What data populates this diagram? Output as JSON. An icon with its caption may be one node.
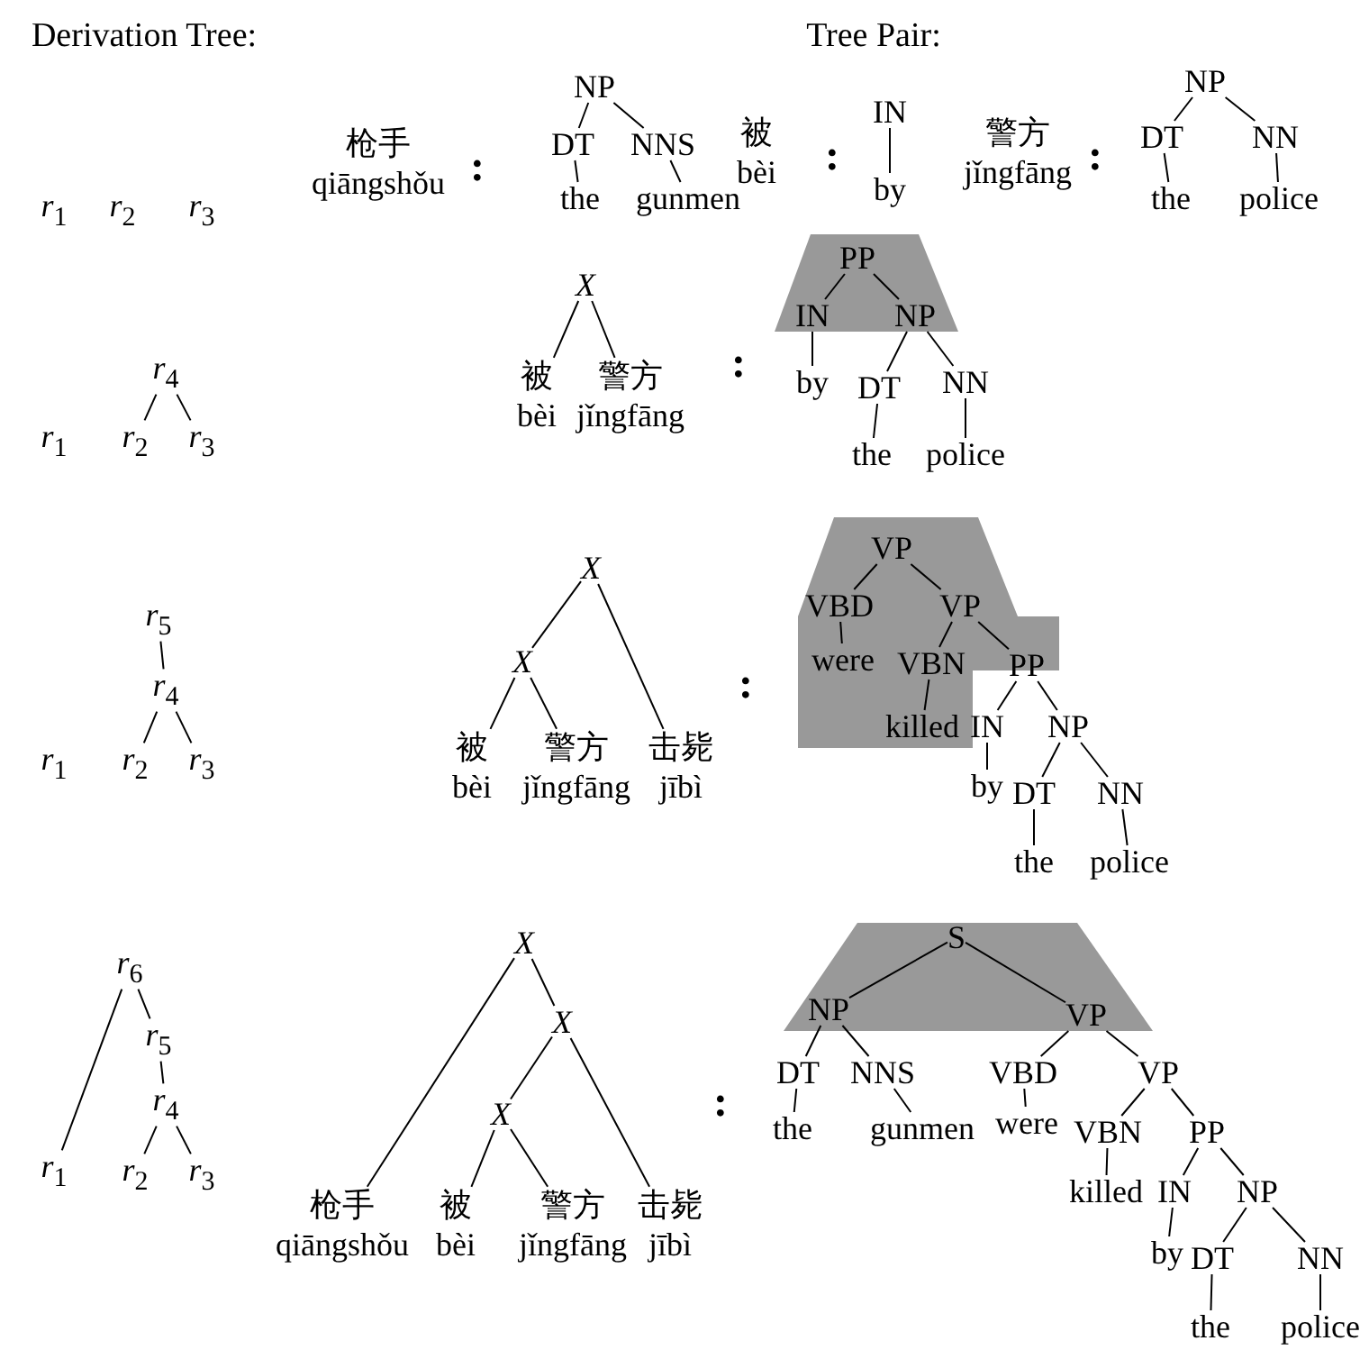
{
  "diagram": {
    "nodes": [
      {
        "text": [
          "*r*$_{1}$"
        ]
      },
      {
        "text": [
          "*r*$_{2}$"
        ]
      },
      {
        "text": [
          "*r*$_{3}$"
        ]
      },
      {
        "text": [
          "枪手",
          "qiāngshǒu"
        ]
      },
      {
        "text": [
          "NP"
        ]
      },
      {
        "text": [
          "DT"
        ]
      },
      {
        "text": [
          "NNS"
        ]
      },
      {
        "text": [
          "the"
        ]
      },
      {
        "text": [
          "gunmen"
        ]
      },
      {
        "text": [
          "被",
          "bèi"
        ]
      },
      {
        "text": [
          "IN"
        ]
      },
      {
        "text": [
          "by"
        ]
      },
      {
        "text": [
          "警方",
          "jǐngfāng"
        ]
      },
      {
        "text": [
          "NP"
        ]
      },
      {
        "text": [
          "DT"
        ]
      },
      {
        "text": [
          "NN"
        ]
      },
      {
        "text": [
          "the"
        ]
      },
      {
        "text": [
          "police"
        ]
      },
      {
        "text": [
          "*r*$_{4}$"
        ]
      },
      {
        "text": [
          "*r*$_{1}$"
        ]
      },
      {
        "text": [
          "*r*$_{2}$"
        ]
      },
      {
        "text": [
          "*r*$_{3}$"
        ]
      },
      {
        "text": [
          "X"
        ]
      },
      {
        "text": [
          "被",
          "bèi"
        ]
      },
      {
        "text": [
          "警方",
          "jǐngfāng"
        ]
      },
      {
        "text": [
          "PP"
        ]
      },
      {
        "text": [
          "IN"
        ]
      },
      {
        "text": [
          "NP"
        ]
      },
      {
        "text": [
          "by"
        ]
      },
      {
        "text": [
          "DT"
        ]
      },
      {
        "text": [
          "NN"
        ]
      },
      {
        "text": [
          "the"
        ]
      },
      {
        "text": [
          "police"
        ]
      },
      {
        "text": [
          "*r*$_{5}$"
        ]
      },
      {
        "text": [
          "*r*$_{4}$"
        ]
      },
      {
        "text": [
          "*r*$_{1}$"
        ]
      },
      {
        "text": [
          "*r*$_{2}$"
        ]
      },
      {
        "text": [
          "*r*$_{3}$"
        ]
      },
      {
        "text": [
          "X"
        ]
      },
      {
        "text": [
          "X"
        ]
      },
      {
        "text": [
          "被",
          "bèi"
        ]
      },
      {
        "text": [
          "警方",
          "jǐngfāng"
        ]
      },
      {
        "text": [
          "击毙",
          "jībì"
        ]
      },
      {
        "text": [
          "VP"
        ]
      },
      {
        "text": [
          "VBD"
        ]
      },
      {
        "text": [
          "VP"
        ]
      },
      {
        "text": [
          "were"
        ]
      },
      {
        "text": [
          "VBN"
        ]
      },
      {
        "text": [
          "PP"
        ]
      },
      {
        "text": [
          "killed"
        ]
      },
      {
        "text": [
          "IN"
        ]
      },
      {
        "text": [
          "NP"
        ]
      },
      {
        "text": [
          "by"
        ]
      },
      {
        "text": [
          "DT"
        ]
      },
      {
        "text": [
          "NN"
        ]
      },
      {
        "text": [
          "the"
        ]
      },
      {
        "text": [
          "police"
        ]
      },
      {
        "text": [
          "*r*$_{6}$"
        ]
      },
      {
        "text": [
          "*r*$_{5}$"
        ]
      },
      {
        "text": [
          "*r*$_{4}$"
        ]
      },
      {
        "text": [
          "*r*$_{1}$"
        ]
      },
      {
        "text": [
          "*r*$_{2}$"
        ]
      },
      {
        "text": [
          "*r*$_{3}$"
        ]
      },
      {
        "text": [
          "X"
        ]
      },
      {
        "text": [
          "X"
        ]
      },
      {
        "text": [
          "X"
        ]
      },
      {
        "text": [
          "枪手",
          "qiāngshǒu"
        ]
      },
      {
        "text": [
          "被",
          "bèi"
        ]
      },
      {
        "text": [
          "警方",
          "jǐngfāng"
        ]
      },
      {
        "text": [
          "击毙",
          "jībì"
        ]
      },
      {
        "text": [
          "S"
        ]
      },
      {
        "text": [
          "NP"
        ]
      },
      {
        "text": [
          "VP"
        ]
      },
      {
        "text": [
          "DT"
        ]
      },
      {
        "text": [
          "NNS"
        ]
      },
      {
        "text": [
          "the"
        ]
      },
      {
        "text": [
          "gunmen"
        ]
      },
      {
        "text": [
          "VBD"
        ]
      },
      {
        "text": [
          "were"
        ]
      },
      {
        "text": [
          "VP"
        ]
      },
      {
        "text": [
          "VBN"
        ]
      },
      {
        "text": [
          "PP"
        ]
      },
      {
        "text": [
          "killed"
        ]
      },
      {
        "text": [
          "IN"
        ]
      },
      {
        "text": [
          "NP"
        ]
      },
      {
        "text": [
          "by"
        ]
      },
      {
        "text": [
          "DT"
        ]
      },
      {
        "text": [
          "NN"
        ]
      },
      {
        "text": [
          "the"
        ]
      },
      {
        "text": [
          "police"
        ]
      }
    ],
    "edges": [
      {
        "from": 4,
        "to": 5,
        "arrow": "none"
      },
      {
        "from": 4,
        "to": 6,
        "arrow": "none"
      },
      {
        "from": 5,
        "to": 7,
        "arrow": "none"
      },
      {
        "from": 6,
        "to": 8,
        "arrow": "none"
      },
      {
        "from": 10,
        "to": 11,
        "arrow": "none"
      },
      {
        "from": 13,
        "to": 14,
        "arrow": "none"
      },
      {
        "from": 13,
        "to": 15,
        "arrow": "none"
      },
      {
        "from": 14,
        "to": 16,
        "arrow": "none"
      },
      {
        "from": 15,
        "to": 17,
        "arrow": "none"
      },
      {
        "from": 18,
        "to": 20,
        "arrow": "none"
      },
      {
        "from": 18,
        "to": 21,
        "arrow": "none"
      },
      {
        "from": 22,
        "to": 23,
        "arrow": "none"
      },
      {
        "from": 22,
        "to": 24,
        "arrow": "none"
      },
      {
        "from": 25,
        "to": 26,
        "arrow": "none"
      },
      {
        "from": 25,
        "to": 27,
        "arrow": "none"
      },
      {
        "from": 26,
        "to": 28,
        "arrow": "none"
      },
      {
        "from": 27,
        "to": 29,
        "arrow": "none"
      },
      {
        "from": 27,
        "to": 30,
        "arrow": "none"
      },
      {
        "from": 29,
        "to": 31,
        "arrow": "none"
      },
      {
        "from": 30,
        "to": 32,
        "arrow": "none"
      },
      {
        "from": 33,
        "to": 34,
        "arrow": "none"
      },
      {
        "from": 34,
        "to": 36,
        "arrow": "none"
      },
      {
        "from": 34,
        "to": 37,
        "arrow": "none"
      },
      {
        "from": 38,
        "to": 39,
        "arrow": "none"
      },
      {
        "from": 38,
        "to": 42,
        "arrow": "none"
      },
      {
        "from": 39,
        "to": 40,
        "arrow": "none"
      },
      {
        "from": 39,
        "to": 41,
        "arrow": "none"
      },
      {
        "from": 43,
        "to": 44,
        "arrow": "none"
      },
      {
        "from": 43,
        "to": 45,
        "arrow": "none"
      },
      {
        "from": 44,
        "to": 46,
        "arrow": "none"
      },
      {
        "from": 45,
        "to": 47,
        "arrow": "none"
      },
      {
        "from": 45,
        "to": 48,
        "arrow": "none"
      },
      {
        "from": 47,
        "to": 49,
        "arrow": "none"
      },
      {
        "from": 48,
        "to": 50,
        "arrow": "none"
      },
      {
        "from": 48,
        "to": 51,
        "arrow": "none"
      },
      {
        "from": 50,
        "to": 52,
        "arrow": "none"
      },
      {
        "from": 51,
        "to": 53,
        "arrow": "none"
      },
      {
        "from": 51,
        "to": 54,
        "arrow": "none"
      },
      {
        "from": 53,
        "to": 55,
        "arrow": "none"
      },
      {
        "from": 54,
        "to": 56,
        "arrow": "none"
      },
      {
        "from": 57,
        "to": 60,
        "arrow": "none"
      },
      {
        "from": 57,
        "to": 58,
        "arrow": "none"
      },
      {
        "from": 58,
        "to": 59,
        "arrow": "none"
      },
      {
        "from": 59,
        "to": 61,
        "arrow": "none"
      },
      {
        "from": 59,
        "to": 62,
        "arrow": "none"
      },
      {
        "from": 63,
        "to": 66,
        "arrow": "none"
      },
      {
        "from": 63,
        "to": 64,
        "arrow": "none"
      },
      {
        "from": 64,
        "to": 65,
        "arrow": "none"
      },
      {
        "from": 64,
        "to": 69,
        "arrow": "none"
      },
      {
        "from": 65,
        "to": 67,
        "arrow": "none"
      },
      {
        "from": 65,
        "to": 68,
        "arrow": "none"
      },
      {
        "from": 70,
        "to": 71,
        "arrow": "none"
      },
      {
        "from": 70,
        "to": 72,
        "arrow": "none"
      },
      {
        "from": 71,
        "to": 73,
        "arrow": "none"
      },
      {
        "from": 71,
        "to": 74,
        "arrow": "none"
      },
      {
        "from": 73,
        "to": 75,
        "arrow": "none"
      },
      {
        "from": 74,
        "to": 76,
        "arrow": "none"
      },
      {
        "from": 72,
        "to": 77,
        "arrow": "none"
      },
      {
        "from": 72,
        "to": 79,
        "arrow": "none"
      },
      {
        "from": 77,
        "to": 78,
        "arrow": "none"
      },
      {
        "from": 79,
        "to": 80,
        "arrow": "none"
      },
      {
        "from": 79,
        "to": 81,
        "arrow": "none"
      },
      {
        "from": 80,
        "to": 82,
        "arrow": "none"
      },
      {
        "from": 81,
        "to": 83,
        "arrow": "none"
      },
      {
        "from": 81,
        "to": 84,
        "arrow": "none"
      },
      {
        "from": 83,
        "to": 85,
        "arrow": "none"
      },
      {
        "from": 84,
        "to": 86,
        "arrow": "none"
      },
      {
        "from": 84,
        "to": 87,
        "arrow": "none"
      },
      {
        "from": 86,
        "to": 88,
        "arrow": "none"
      },
      {
        "from": 87,
        "to": 89,
        "arrow": "none"
      }
    ],
    "labels": [
      "Derivation Tree:",
      "Tree Pair:",
      ":",
      ":",
      ":",
      ":",
      ":",
      ":"
    ]
  }
}
